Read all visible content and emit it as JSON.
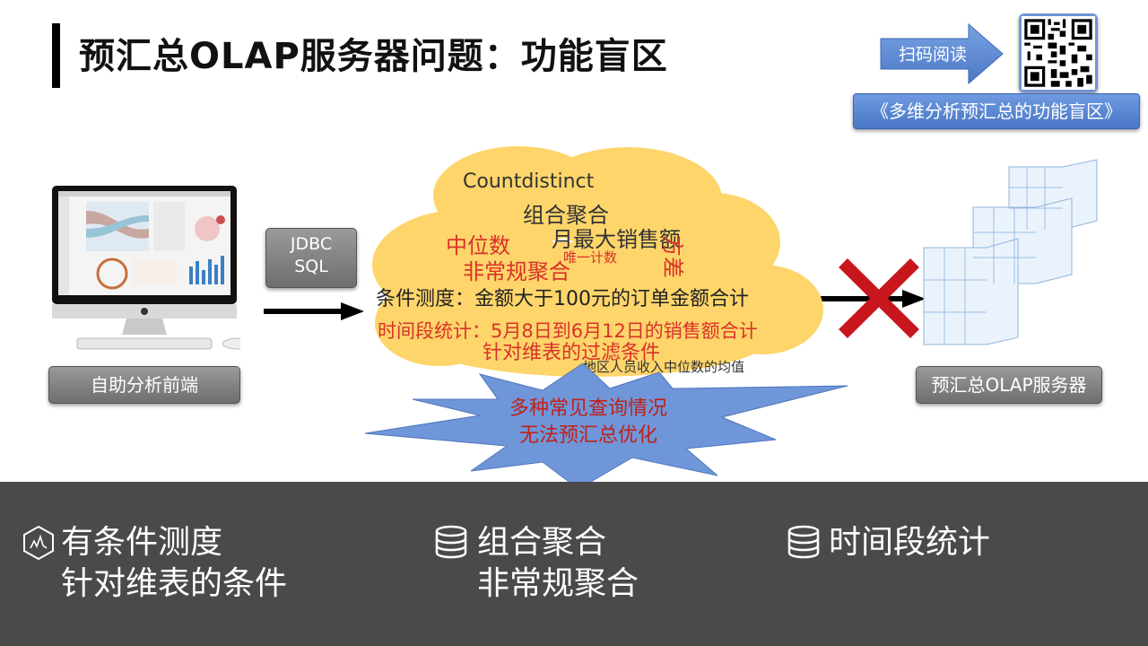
{
  "title": "预汇总OLAP服务器问题：功能盲区",
  "qr": {
    "scan_label": "扫码阅读",
    "article_title": "《多维分析预汇总的功能盲区》"
  },
  "left": {
    "frontend_label": "自助分析前端",
    "jdbc_line1": "JDBC",
    "jdbc_line2": "SQL"
  },
  "cloud": {
    "countdistinct": "Countdistinct",
    "group_agg": "组合聚合",
    "median": "中位数",
    "monthly_max": "月最大销售额",
    "irregular_agg": "非常规聚合",
    "unique_count": "唯一计数",
    "variance": "方差",
    "cond_measure": "条件测度：金额大于100元的订单金额合计",
    "period_stat": "时间段统计：5月8日到6月12日的销售额合计",
    "dim_filter": "针对维表的过滤条件",
    "region_median": "地区人员收入中位数的均值"
  },
  "starburst": {
    "line1": "多种常见查询情况",
    "line2": "无法预汇总优化"
  },
  "right": {
    "olap_label": "预汇总OLAP服务器"
  },
  "bottom": {
    "col1_line1": "有条件测度",
    "col1_line2": "针对维表的条件",
    "col2_line1": "组合聚合",
    "col2_line2": "非常规聚合",
    "col3_line1": "时间段统计"
  },
  "colors": {
    "cloud": "#fdd56a",
    "red_text": "#d9322a",
    "accent_blue": "#5b86d1",
    "starburst": "#6f96d8",
    "panel": "#4a4a4a"
  }
}
